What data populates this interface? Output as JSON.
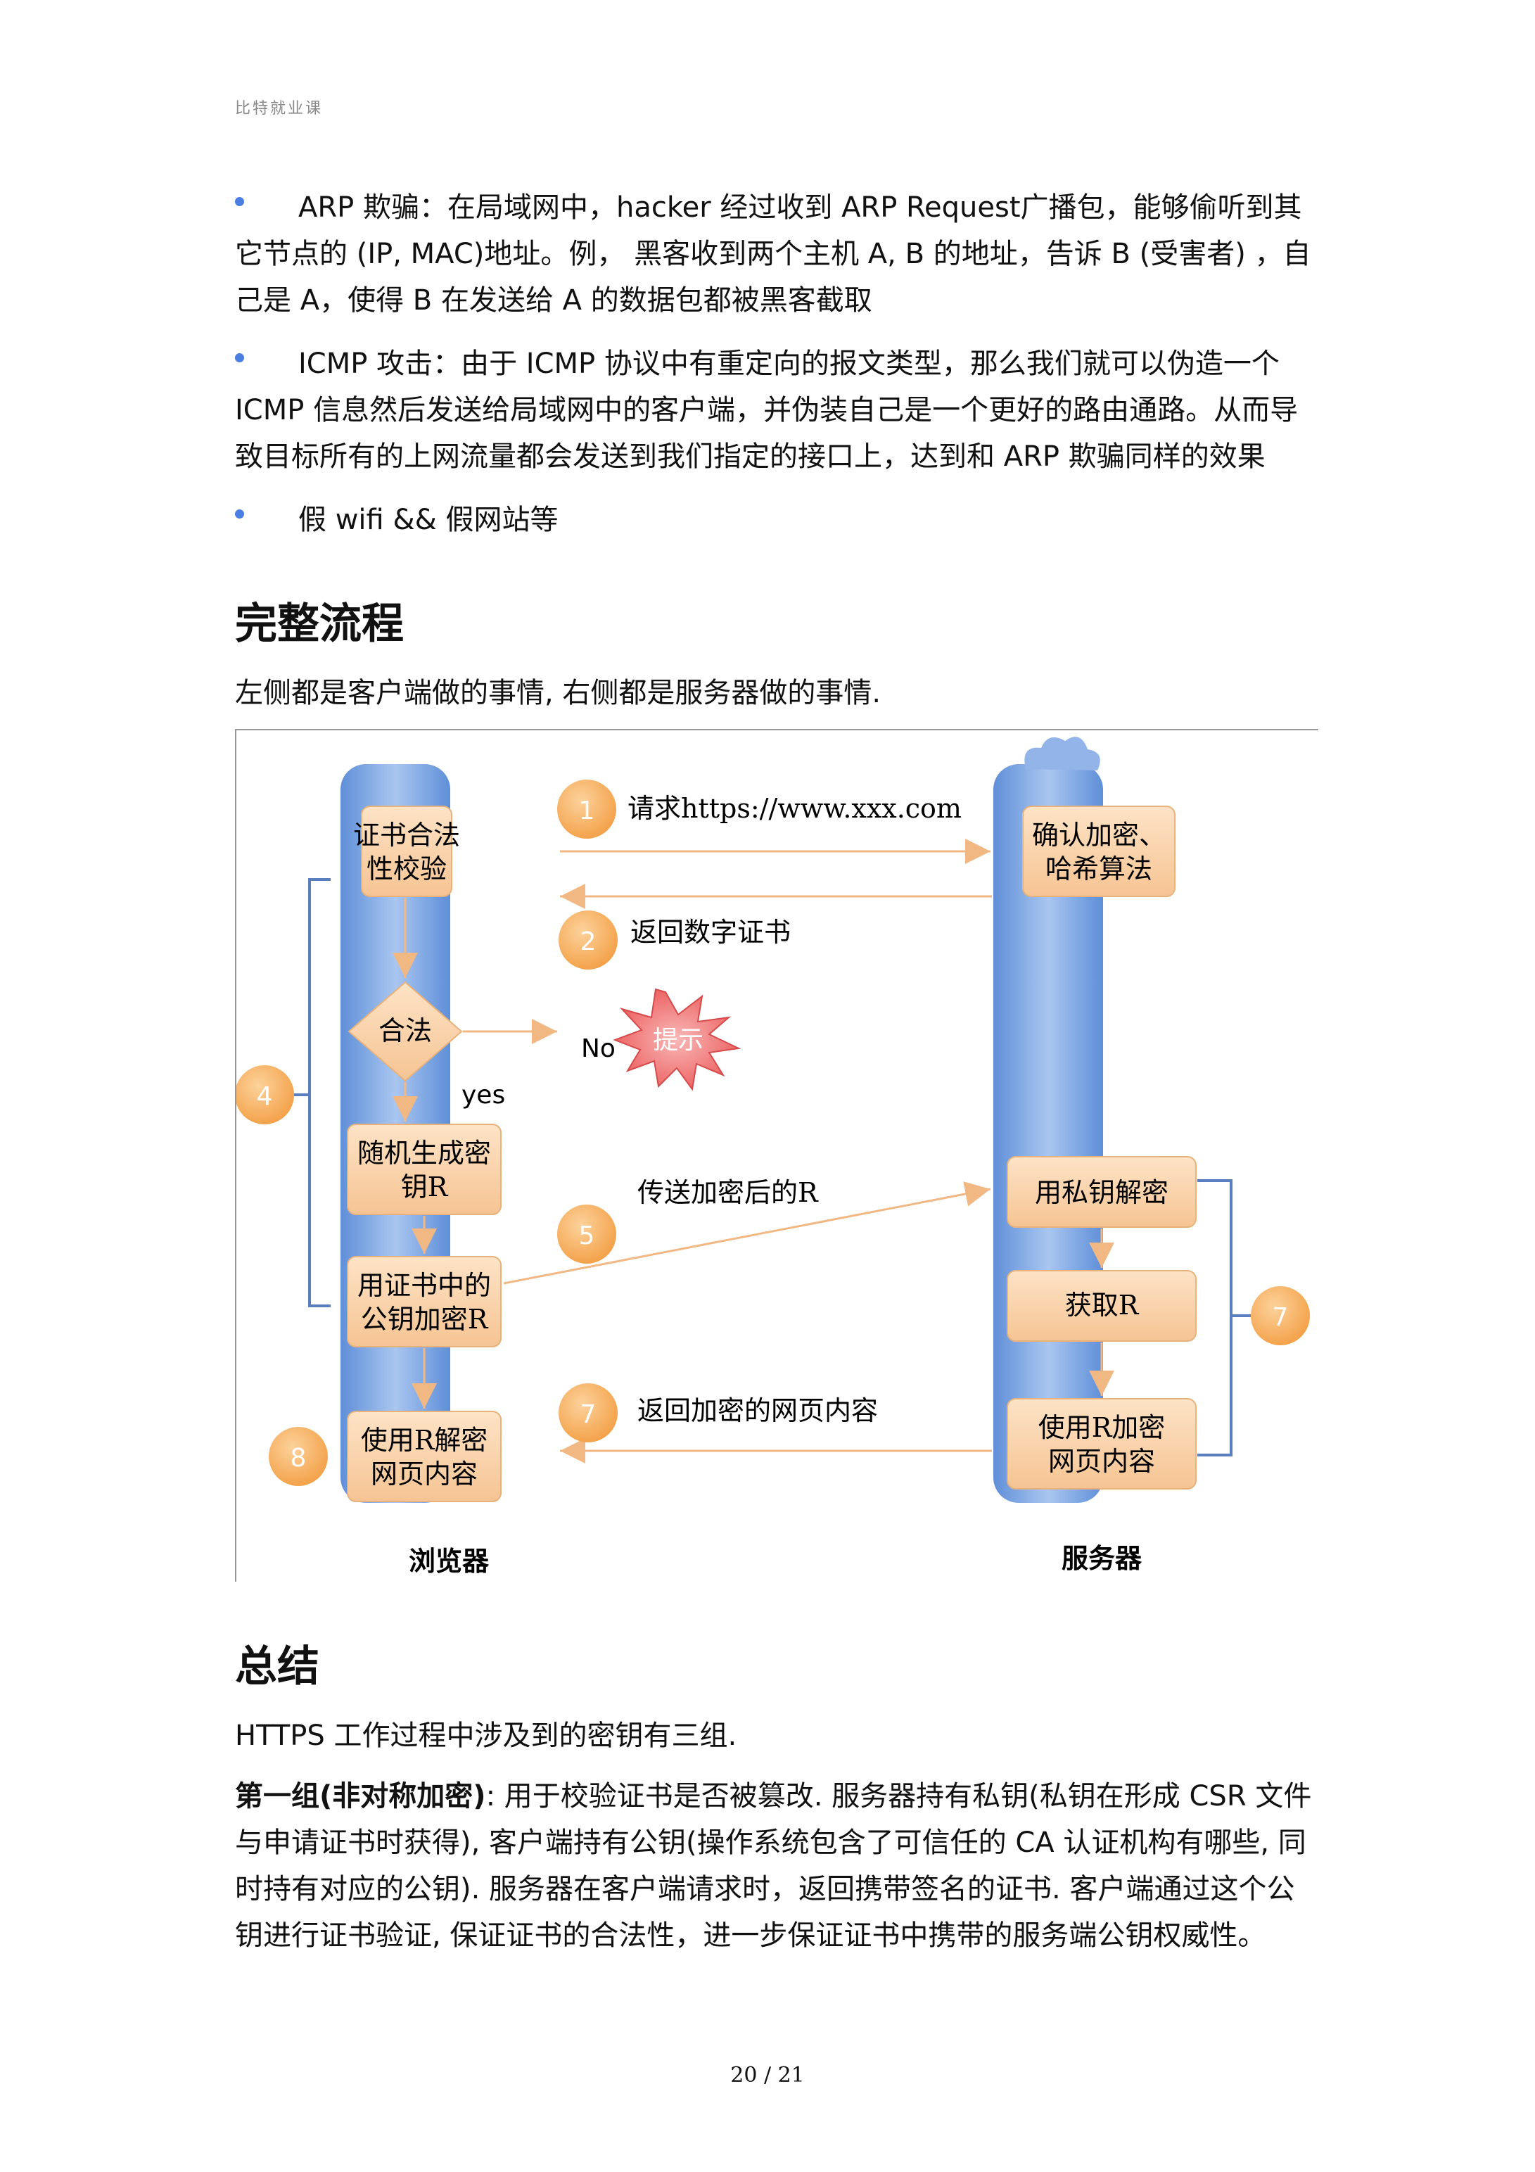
{
  "header": {
    "brand": "比特就业课"
  },
  "bullets": [
    "ARP 欺骗：在局域网中，hacker 经过收到 ARP Request广播包，能够偷听到其它节点的 (IP, MAC)地址。例， 黑客收到两个主机 A, B 的地址，告诉 B (受害者) ，自己是 A，使得 B 在发送给 A 的数据包都被黑客截取",
    "ICMP 攻击：由于 ICMP 协议中有重定向的报文类型，那么我们就可以伪造一个 ICMP 信息然后发送给局域网中的客户端，并伪装自己是一个更好的路由通路。从而导致目标所有的上网流量都会发送到我们指定的接口上，达到和 ARP 欺骗同样的效果",
    "假 wifi && 假网站等"
  ],
  "section1": {
    "title": "完整流程",
    "intro": "左侧都是客户端做的事情, 右侧都是服务器做的事情."
  },
  "diagram": {
    "client_label": "浏览器",
    "server_label": "服务器",
    "client_boxes": [
      "证书合法性校验",
      "随机生成密钥R",
      "用证书中的公钥加密R",
      "使用R解密网页内容"
    ],
    "client_box_lines": [
      [
        "证书合法",
        "性校验"
      ],
      [
        "随机生成密",
        "钥R"
      ],
      [
        "用证书中的",
        "公钥加密R"
      ],
      [
        "使用R解密",
        "网页内容"
      ]
    ],
    "decision": "合法",
    "yes": "yes",
    "no": "No",
    "alert": "提示",
    "server_box_lines": [
      [
        "确认加密、",
        "哈希算法"
      ],
      [
        "用私钥解密"
      ],
      [
        "获取R"
      ],
      [
        "使用R加密",
        "网页内容"
      ]
    ],
    "steps": [
      {
        "num": "1",
        "label": "请求https://www.xxx.com"
      },
      {
        "num": "2",
        "label": "返回数字证书"
      },
      {
        "num": "4",
        "label": ""
      },
      {
        "num": "5",
        "label": "传送加密后的R"
      },
      {
        "num": "7",
        "label": "返回加密的网页内容"
      },
      {
        "num": "7",
        "label": ""
      },
      {
        "num": "8",
        "label": ""
      }
    ],
    "colors": {
      "column": "#7ea6e0",
      "box": "#fbd7b0",
      "circle": "#f7b266",
      "arrow": "#f2b884",
      "bracket": "#5a7fc0",
      "alert": "#f06868"
    }
  },
  "section2": {
    "title": "总结",
    "p1": "HTTPS 工作过程中涉及到的密钥有三组.",
    "p2_lead": "第一组(非对称加密)",
    "p2_body": ": 用于校验证书是否被篡改. 服务器持有私钥(私钥在形成 CSR 文件与申请证书时获得), 客户端持有公钥(操作系统包含了可信任的 CA 认证机构有哪些, 同时持有对应的公钥). 服务器在客户端请求时，返回携带签名的证书. 客户端通过这个公钥进行证书验证, 保证证书的合法性，进一步保证证书中携带的服务端公钥权威性。"
  },
  "footer": {
    "page": "20 / 21"
  }
}
